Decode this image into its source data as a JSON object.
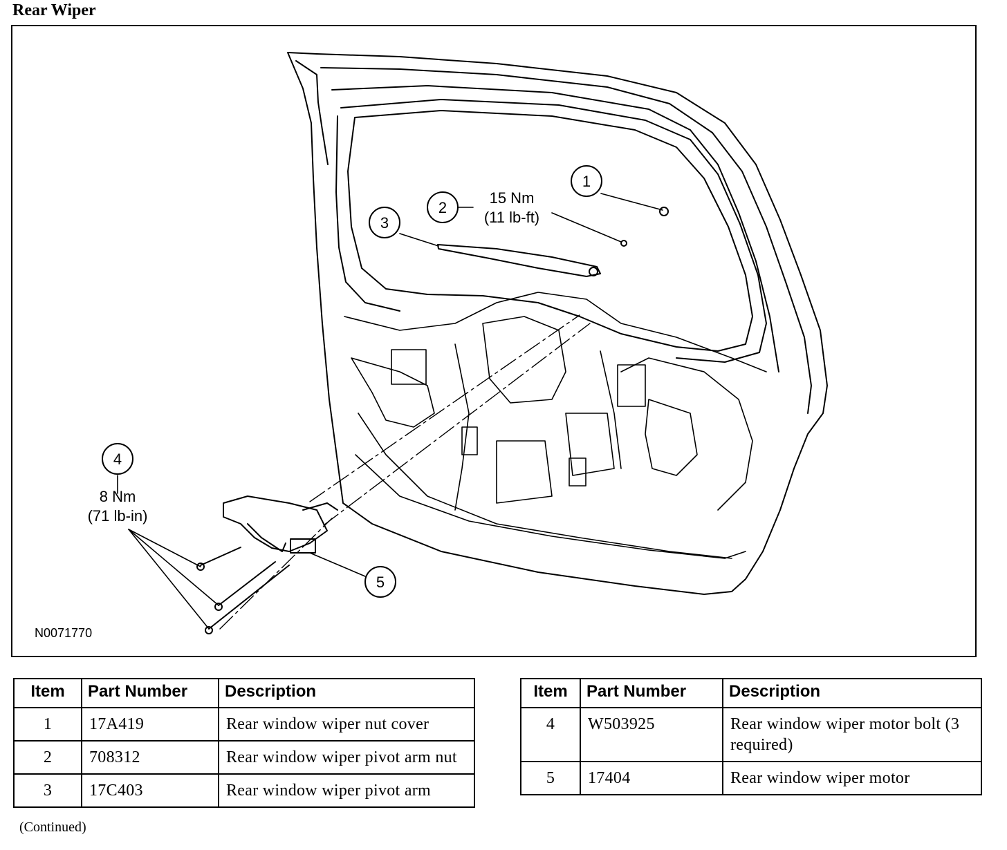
{
  "title": "Rear Wiper",
  "figure": {
    "id": "N0071770",
    "callouts": [
      {
        "item": "1"
      },
      {
        "item": "2",
        "torque_nm": "15 Nm",
        "torque_imp": "(11 lb-ft)"
      },
      {
        "item": "3"
      },
      {
        "item": "4",
        "torque_nm": "8 Nm",
        "torque_imp": "(71 lb-in)"
      },
      {
        "item": "5"
      }
    ]
  },
  "table": {
    "headers": {
      "item": "Item",
      "part_number": "Part Number",
      "description": "Description"
    },
    "rows": [
      {
        "item": "1",
        "part_number": "17A419",
        "description": "Rear window wiper nut cover"
      },
      {
        "item": "2",
        "part_number": "708312",
        "description": "Rear window wiper pivot arm nut"
      },
      {
        "item": "3",
        "part_number": "17C403",
        "description": "Rear window wiper pivot arm"
      },
      {
        "item": "4",
        "part_number": "W503925",
        "description": "Rear window wiper motor bolt (3 required)"
      },
      {
        "item": "5",
        "part_number": "17404",
        "description": "Rear window wiper motor"
      }
    ]
  },
  "footer": {
    "continued": "(Continued)"
  }
}
